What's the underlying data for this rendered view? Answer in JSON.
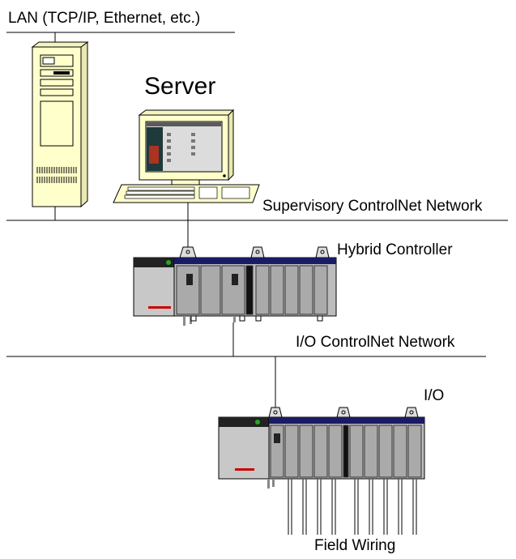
{
  "labels": {
    "lan": "LAN (TCP/IP, Ethernet, etc.)",
    "server": "Server",
    "supervisory": "Supervisory ControlNet Network",
    "hybrid": "Hybrid Controller",
    "io_network": "I/O ControlNet Network",
    "io": "I/O",
    "field_wiring": "Field Wiring"
  },
  "colors": {
    "tower": "#ffffcc",
    "chassis": "#c8c8c8",
    "chassis_dark": "#7a7a7a",
    "module_top": "#1a1a66",
    "accent_red": "#cc0000",
    "screen": "#1e3a3a",
    "indicator": "#22aa22"
  },
  "icons": [
    "server-tower-icon",
    "workstation-icon",
    "keyboard-icon",
    "controller-chassis-icon",
    "io-chassis-icon"
  ]
}
